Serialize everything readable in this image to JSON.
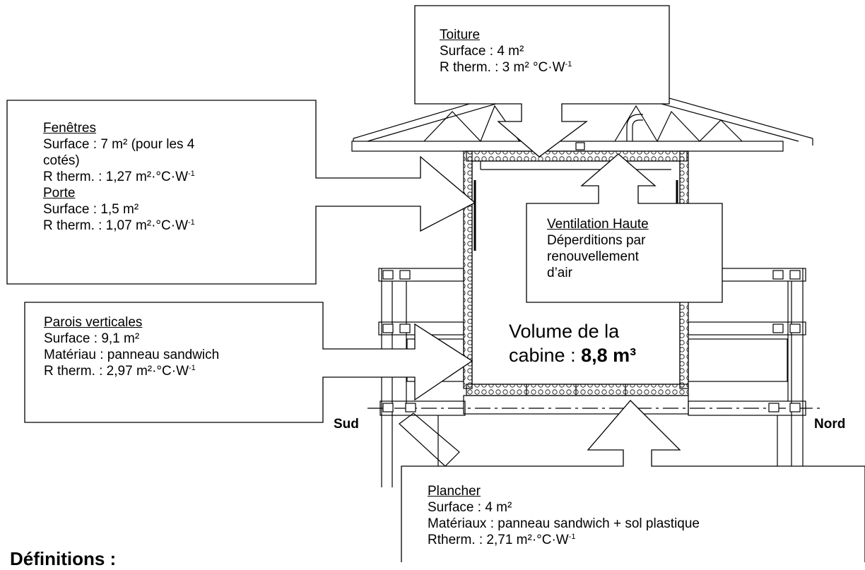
{
  "toiture": {
    "title": "Toiture",
    "surface": "Surface :  4 m²",
    "r_therm": "R therm. : 3 m² °C·W",
    "r_exp": "-1"
  },
  "fenetres": {
    "title": "Fenêtres",
    "surface_line1": "Surface : 7 m² (pour les 4",
    "surface_line2": "cotés)",
    "r_therm": "R therm. : 1,27 m²·°C·W",
    "r_exp": "-1"
  },
  "porte": {
    "title": "Porte",
    "surface": "Surface : 1,5 m²",
    "r_therm": "R therm. :  1,07 m²·°C·W",
    "r_exp": "-1"
  },
  "ventilation": {
    "title": "Ventilation Haute",
    "line1": "Déperditions par",
    "line2": "renouvellement",
    "line3": "d’air"
  },
  "parois": {
    "title": "Parois verticales",
    "surface": "Surface : 9,1 m²",
    "materiau": "Matériau : panneau sandwich",
    "r_therm": "R therm. : 2,97 m²·°C·W",
    "r_exp": "-1"
  },
  "volume": {
    "line1": "Volume de la",
    "line2_prefix": "cabine : ",
    "value": "8,8 m³"
  },
  "plancher": {
    "title": "Plancher",
    "surface": "Surface : 4 m²",
    "materiaux": "Matériaux : panneau sandwich + sol plastique",
    "r_therm": "Rtherm. : 2,71 m²·°C·W",
    "r_exp": "-1"
  },
  "orientation": {
    "sud": "Sud",
    "nord": "Nord"
  },
  "definitions_heading": "Définitions :"
}
